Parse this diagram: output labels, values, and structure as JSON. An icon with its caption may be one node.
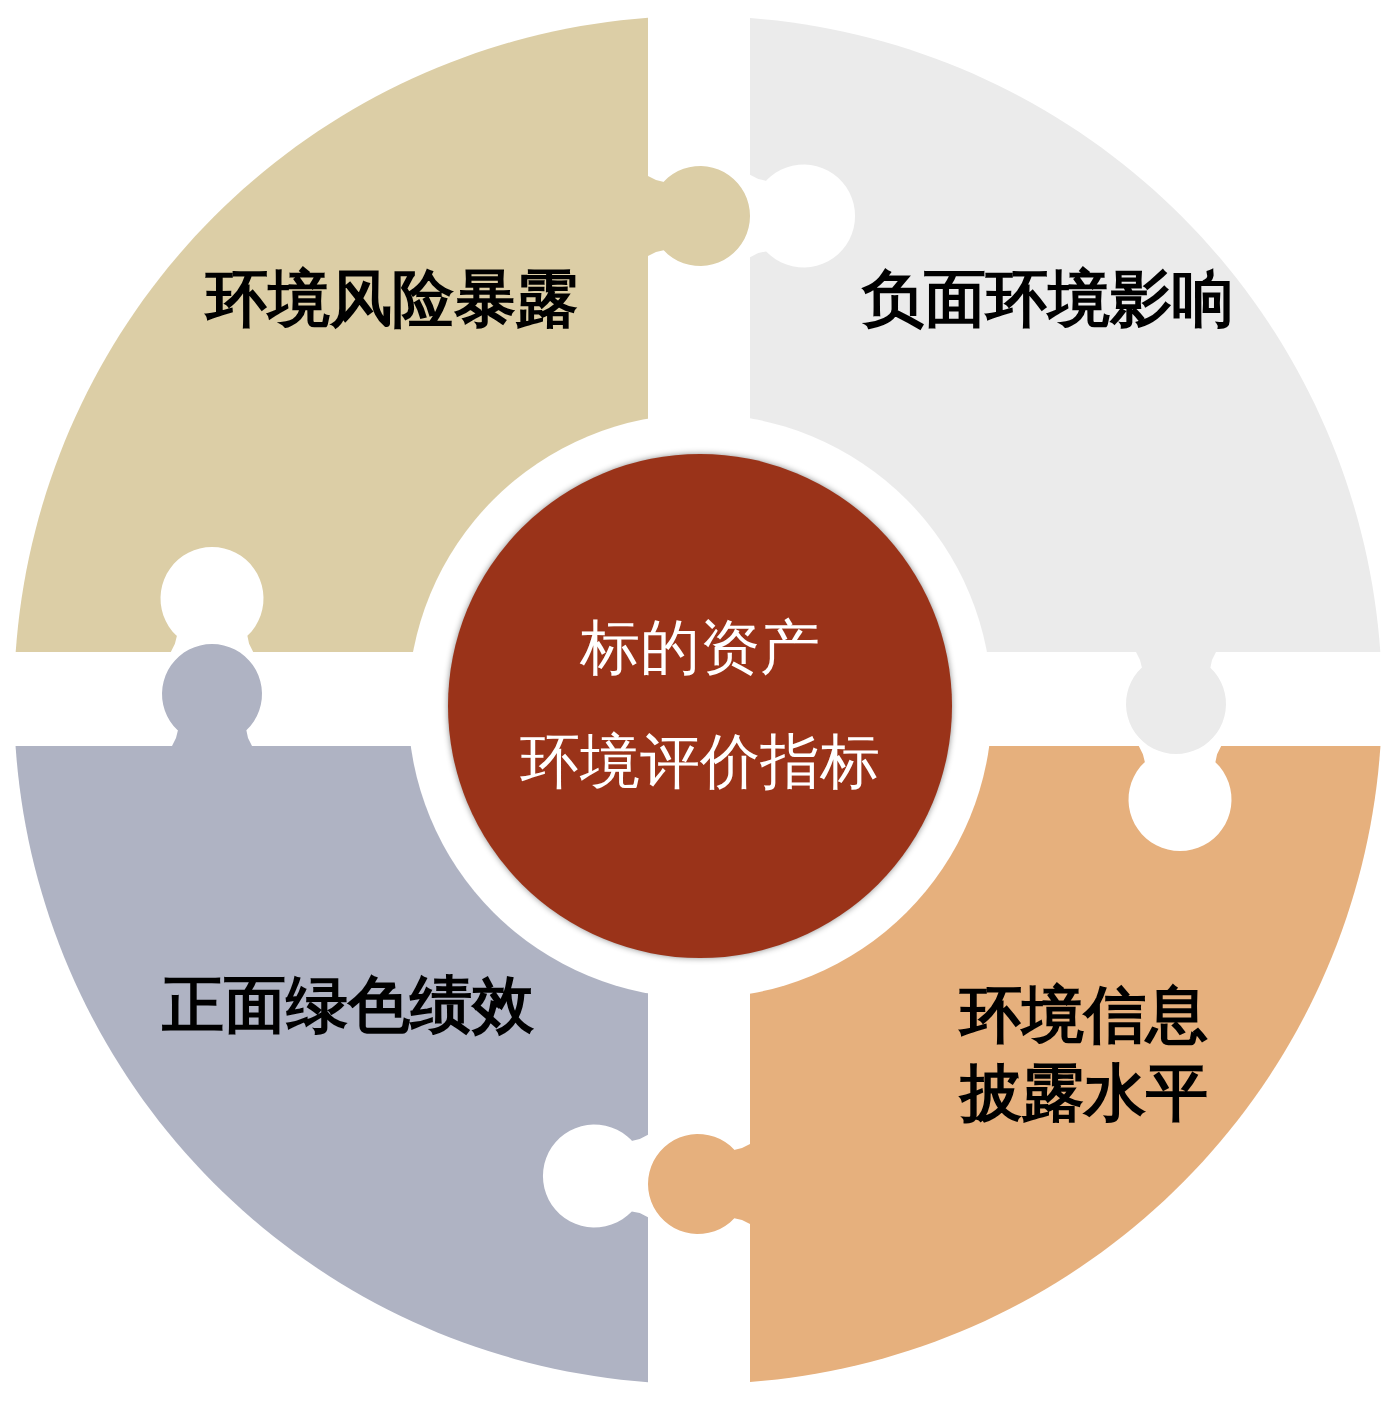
{
  "diagram": {
    "nodes": [
      {
        "text": [
          "环境风险暴露"
        ]
      },
      {
        "text": [
          "负面环境影响"
        ]
      },
      {
        "text": [
          "标的资产",
          "环境评价指标"
        ]
      },
      {
        "text": [
          "正面绿色绩效"
        ]
      },
      {
        "text": [
          "环境信息披露水平"
        ]
      }
    ]
  }
}
